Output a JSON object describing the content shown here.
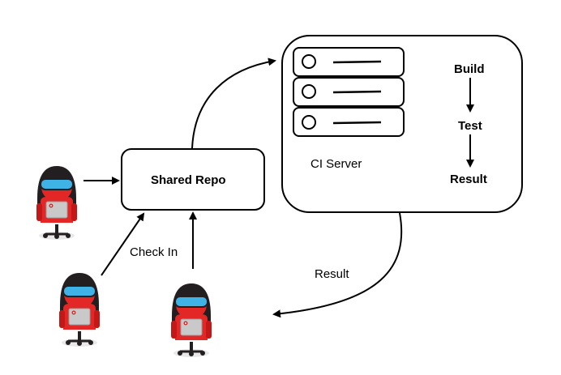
{
  "diagram": {
    "repo_label": "Shared Repo",
    "server_label": "CI Server",
    "pipeline": [
      "Build",
      "Test",
      "Result"
    ],
    "check_in_label": "Check In",
    "result_label": "Result",
    "server_rack_units": 3,
    "developers": [
      "developer-1",
      "developer-2",
      "developer-3"
    ]
  },
  "colors": {
    "stroke": "#000000",
    "developer_body": "#e32626",
    "developer_dark": "#231f20",
    "developer_visor": "#3fb2e6",
    "laptop": "#c9c9c9"
  },
  "icons": {
    "developer": "developer-icon",
    "server_unit": "server-unit-icon"
  }
}
